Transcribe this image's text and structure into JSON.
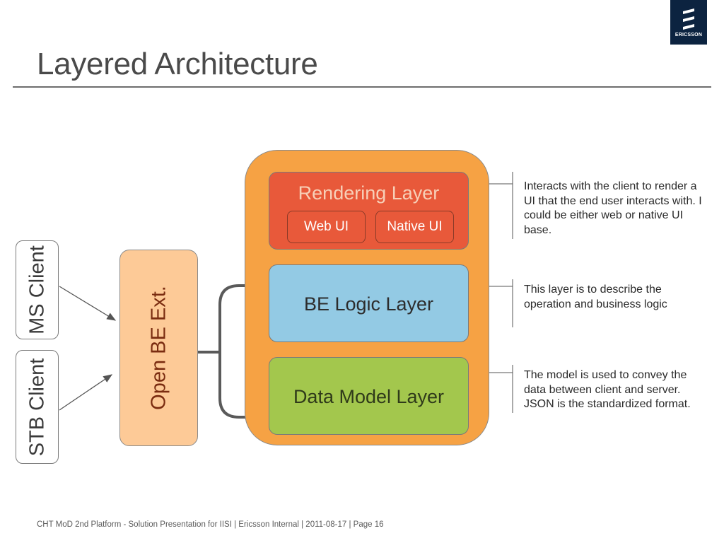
{
  "slide": {
    "title": "Layered Architecture",
    "footer": "CHT MoD 2nd Platform - Solution Presentation for IISI  |  Ericsson Internal  |  2011-08-17  |  Page 16"
  },
  "logo": {
    "text": "ERICSSON",
    "icon": "ericsson-logo-icon"
  },
  "clients": [
    {
      "label": "MS Client"
    },
    {
      "label": "STB Client"
    }
  ],
  "open_be": {
    "label": "Open BE Ext."
  },
  "layers": {
    "rendering": {
      "label": "Rendering Layer",
      "sub": [
        "Web UI",
        "Native UI"
      ],
      "description": "Interacts with the client to render a UI that the end user interacts with. I could be either web or native UI base."
    },
    "logic": {
      "label": "BE Logic Layer",
      "description": "This layer is to describe the operation and business logic"
    },
    "data": {
      "label": "Data Model Layer",
      "description": "The model is used to convey the data between client and server. JSON is the standardized format."
    }
  },
  "colors": {
    "container": "#f6a244",
    "rendering": "#e8593a",
    "logic": "#93cae4",
    "data": "#a3c74d",
    "open_be": "#fdca97",
    "logo_bg": "#0c2340"
  }
}
